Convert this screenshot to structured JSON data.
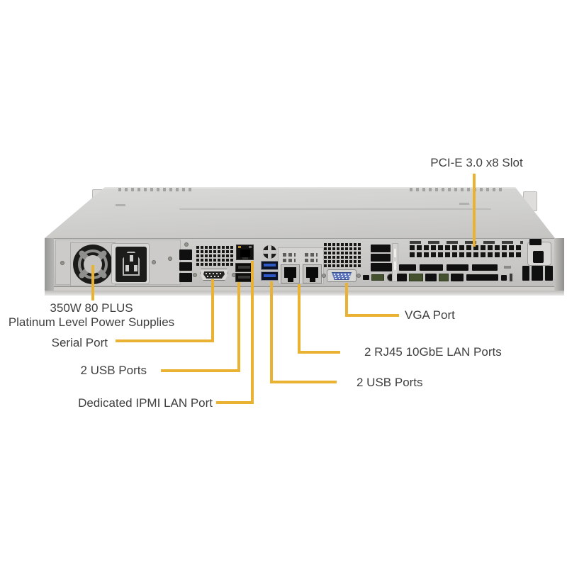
{
  "callouts": {
    "pcie": "PCI-E 3.0 x8 Slot",
    "psu_line1": "350W 80 PLUS",
    "psu_line2": "Platinum Level Power Supplies",
    "serial": "Serial Port",
    "usb_left": "2 USB Ports",
    "ipmi": "Dedicated IPMI LAN Port",
    "vga": "VGA Port",
    "lan": "2 RJ45 10GbE LAN Ports",
    "usb_right": "2 USB Ports"
  },
  "ports": [
    "psu-fan",
    "ac-power-inlet",
    "serial-port",
    "ipmi-lan-port",
    "usb2-ports",
    "usb3-ports",
    "rj45-lan-port-1",
    "rj45-lan-port-2",
    "vga-port",
    "pcie-slot"
  ],
  "colors": {
    "leader_line": "#E9B233",
    "label_text": "#3F3F3F",
    "chassis_light": "#D6D6D4",
    "chassis_mid": "#C8C7C5",
    "port_black": "#101010",
    "usb3_blue": "#2E59C6",
    "vga_blue": "#5D76BD",
    "background": "#FFFFFF"
  }
}
